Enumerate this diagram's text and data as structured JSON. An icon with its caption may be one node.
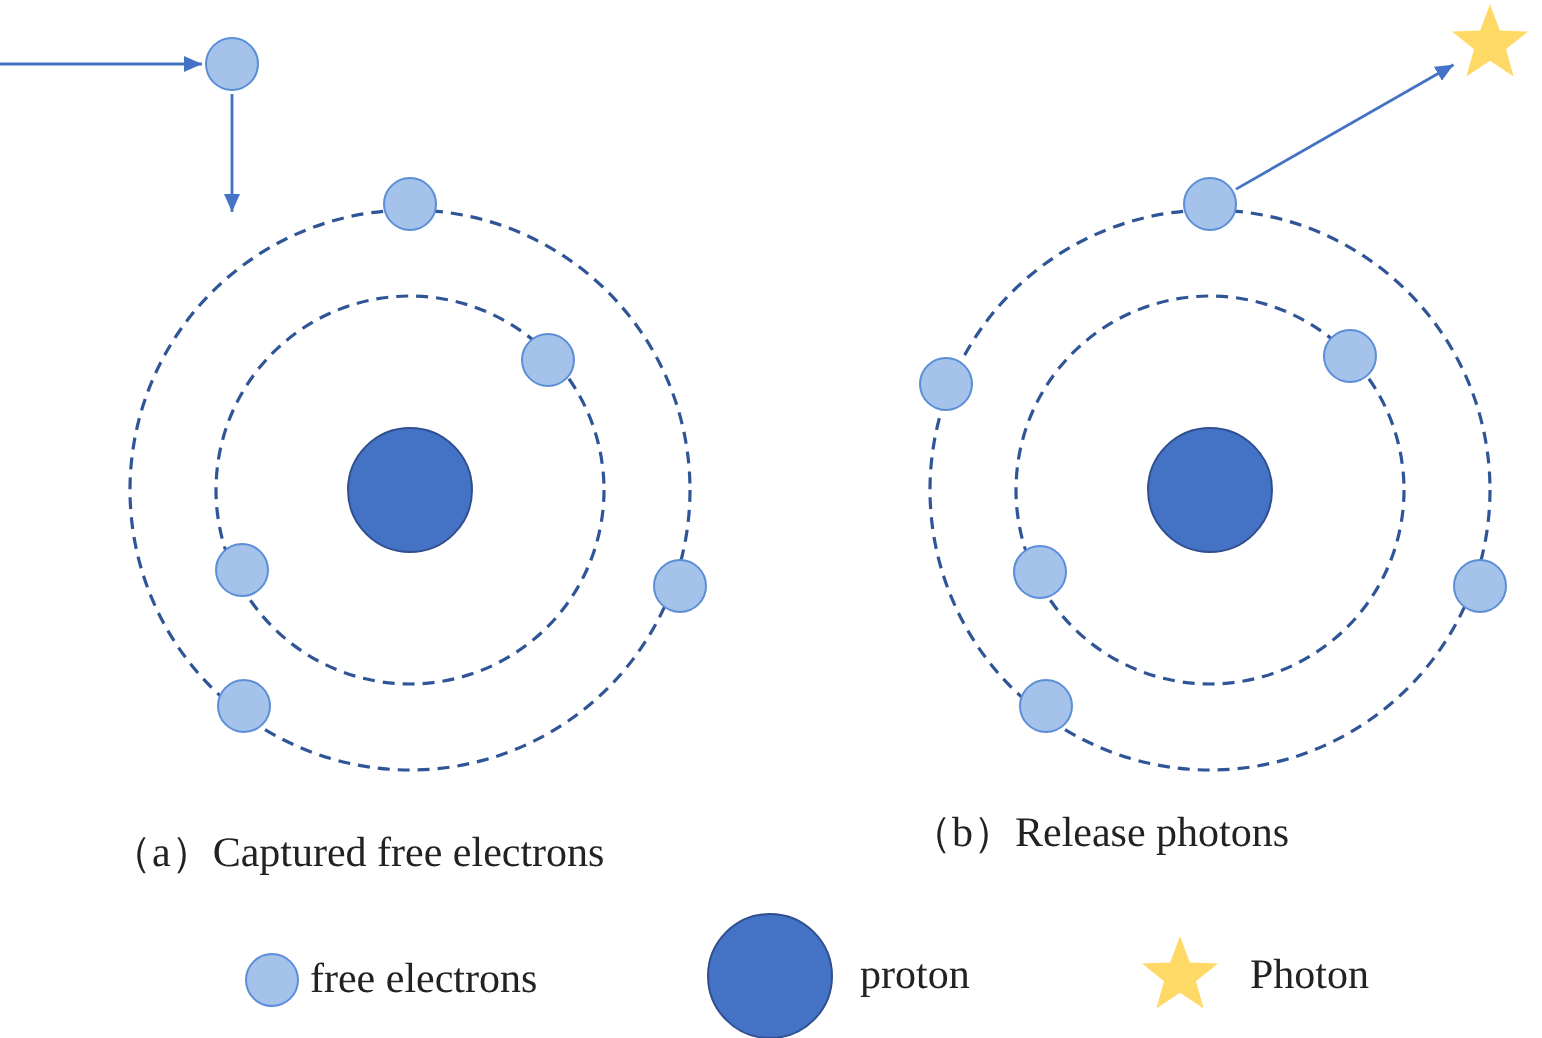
{
  "diagram": {
    "nodes": [
      {
        "text": [],
        "shape": "circle"
      },
      {
        "text": [],
        "shape": "circle"
      },
      {
        "text": [],
        "shape": "circle"
      },
      {
        "text": [],
        "shape": "circle"
      },
      {
        "text": [],
        "shape": "circle"
      },
      {
        "text": [],
        "shape": "circle"
      },
      {
        "text": [],
        "shape": "circle"
      },
      {
        "text": [],
        "shape": "star"
      },
      {
        "text": [],
        "shape": "circle"
      },
      {
        "text": [],
        "shape": "circle"
      },
      {
        "text": [],
        "shape": "circle"
      },
      {
        "text": [],
        "shape": "circle"
      },
      {
        "text": [],
        "shape": "circle"
      },
      {
        "text": [],
        "shape": "circle"
      },
      {
        "text": [],
        "shape": "circle"
      }
    ],
    "edges": [
      {
        "from": null,
        "to": 0,
        "arrow": "to"
      },
      {
        "from": 0,
        "to": null,
        "arrow": "to"
      },
      {
        "from": 9,
        "to": 7,
        "arrow": "to"
      }
    ],
    "labels": [
      "（a）Captured free electrons",
      "（b）Release photons"
    ],
    "legend": [
      {
        "text": "free electrons"
      },
      {
        "text": "proton"
      },
      {
        "text": "Photon"
      }
    ]
  }
}
